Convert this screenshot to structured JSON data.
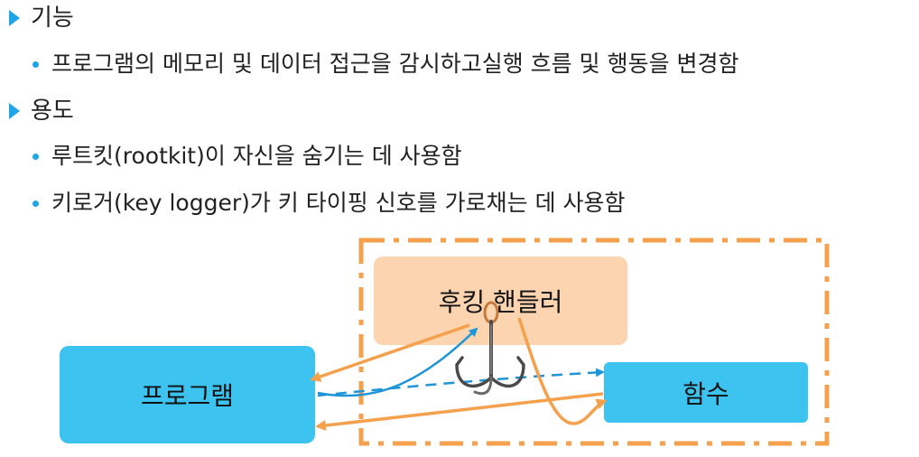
{
  "sections": [
    {
      "title": "기능",
      "bullets": [
        "프로그램의 메모리 및 데이터 접근을 감시하고실행 흐름 및 행동을 변경함"
      ]
    },
    {
      "title": "용도",
      "bullets": [
        "루트킷(rootkit)이 자신을 숨기는 데 사용함",
        "키로거(key logger)가 키 타이핑 신호를 가로채는 데 사용함"
      ]
    }
  ],
  "diagram": {
    "hook_handler_label": "후킹 핸들러",
    "program_label": "프로그램",
    "function_label": "함수",
    "colors": {
      "blue": "#3cc3ef",
      "orange": "#f5a04d",
      "handler_fill": "#fcd4b0",
      "arrow_blue": "#1f95d8"
    }
  }
}
